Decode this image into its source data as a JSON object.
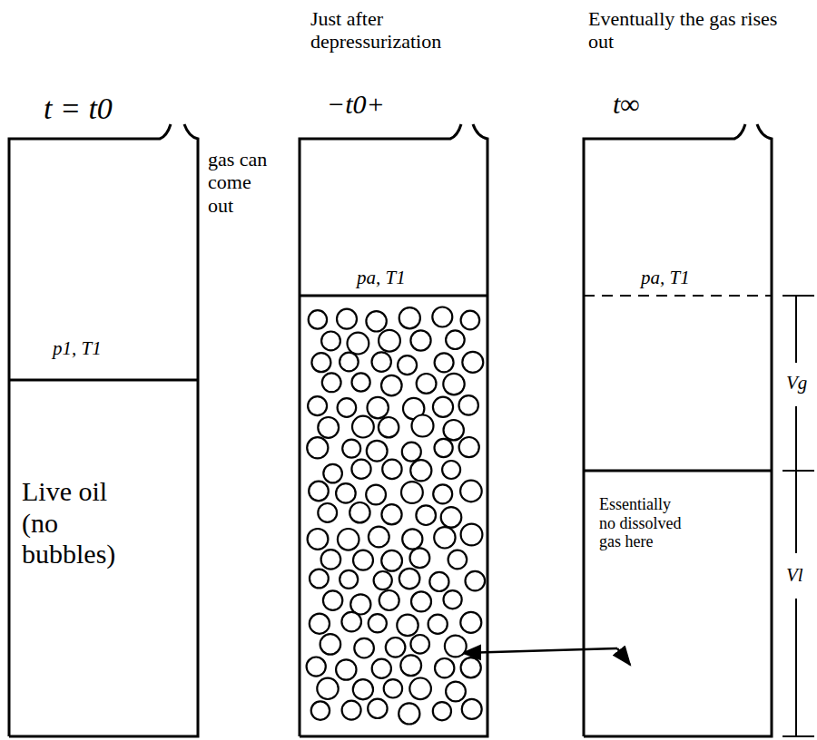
{
  "diagram": {
    "labels": [
      "Just after depressurization",
      "Eventually the gas rises out",
      "t = t0",
      "gas can come out",
      "−t0+",
      "t∞",
      "p1, T1",
      "pa, T1",
      "pa, T1",
      "Vg",
      "Live oil (no bubbles)",
      "Essentially no dissolved gas here",
      "Vl"
    ]
  }
}
